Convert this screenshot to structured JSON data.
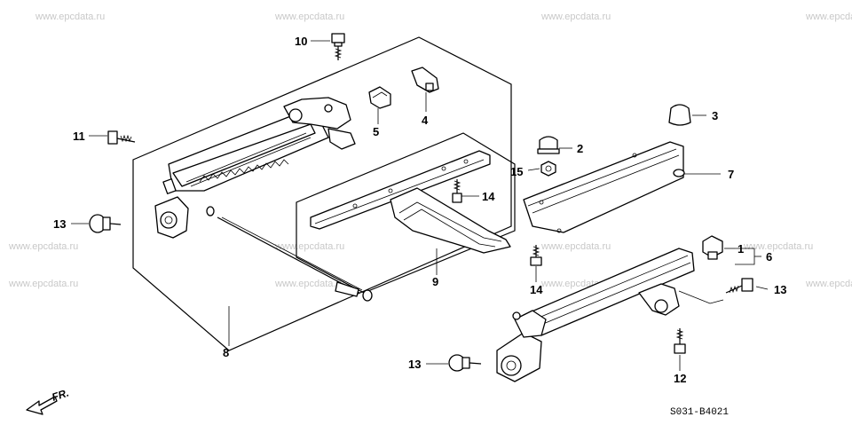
{
  "watermark": "www.epcdata.ru",
  "diagram_code": "S031-B4021",
  "direction_label": "FR.",
  "callouts": {
    "c1": "1",
    "c2": "2",
    "c3": "3",
    "c4": "4",
    "c5": "5",
    "c6": "6",
    "c7": "7",
    "c8": "8",
    "c9": "9",
    "c10": "10",
    "c11": "11",
    "c12": "12",
    "c13a": "13",
    "c13b": "13",
    "c13c": "13",
    "c14a": "14",
    "c14b": "14",
    "c15": "15"
  }
}
